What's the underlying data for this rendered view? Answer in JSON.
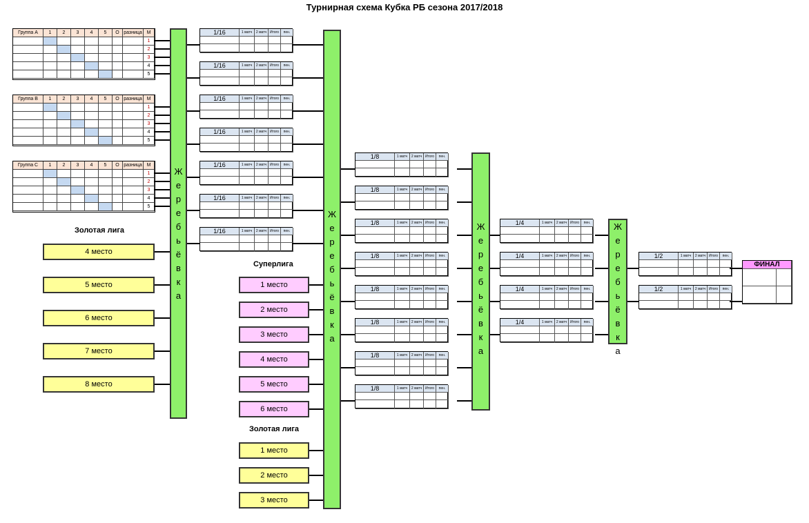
{
  "title": "Турнирная схема Кубка РБ сезона 2017/2018",
  "groups": [
    {
      "name": "Группа A"
    },
    {
      "name": "Группа B"
    },
    {
      "name": "Группа C"
    }
  ],
  "group_columns": [
    "1",
    "2",
    "3",
    "4",
    "5",
    "О",
    "разница",
    "М"
  ],
  "group_positions": [
    "1",
    "2",
    "3",
    "4",
    "5"
  ],
  "match_columns": [
    "1 матч",
    "2 матч",
    "Итого",
    "пен."
  ],
  "rounds": {
    "r16": "1/16",
    "r8": "1/8",
    "r4": "1/4",
    "r2": "1/2",
    "final": "ФИНАЛ"
  },
  "draw_label": "Жеребьёвка",
  "leagues": {
    "gold_left": "Золотая лига",
    "super": "Суперлига",
    "gold_mid": "Золотая лига"
  },
  "gold_left_places": [
    "4 место",
    "5 место",
    "6 место",
    "7 место",
    "8 место"
  ],
  "super_places": [
    "1 место",
    "2 место",
    "3 место",
    "4 место",
    "5 место",
    "6 место"
  ],
  "gold_mid_places": [
    "1 место",
    "2 место",
    "3 место"
  ],
  "colors": {
    "draw_green": "#8ef06a",
    "gold_yellow": "#ffff99",
    "super_pink": "#ffccff",
    "final_header": "#ff99ff",
    "group_header": "#fbe4d5",
    "group_diagonal": "#c5d9f1",
    "match_header": "#dbe5f1",
    "position_red": "#c00000"
  }
}
